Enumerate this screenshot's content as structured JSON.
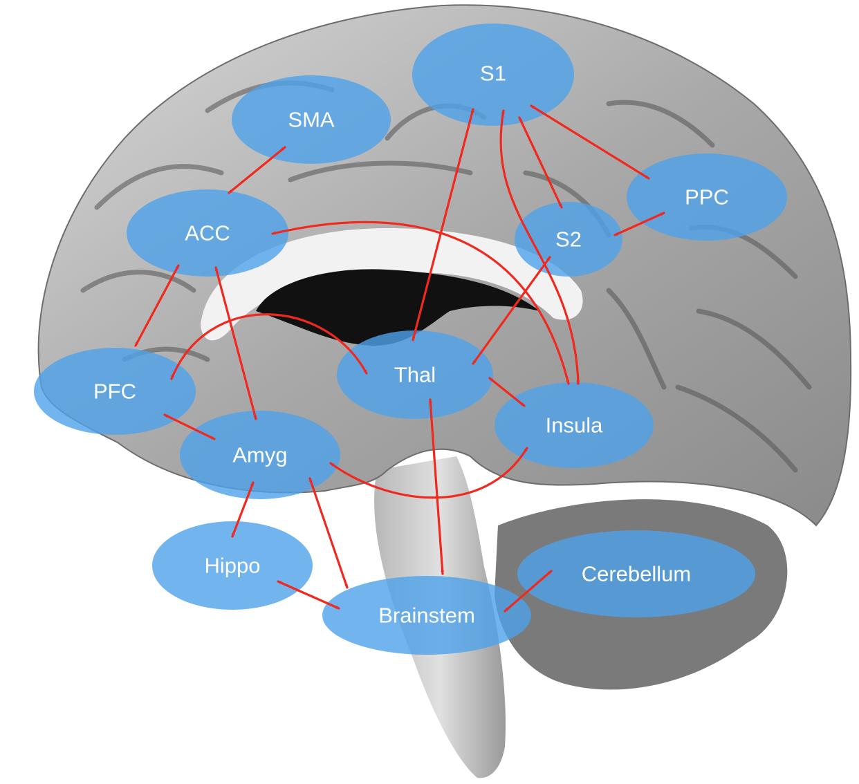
{
  "diagram": {
    "colors": {
      "region_fill": "#4fa3ea",
      "arrow": "#f0281e",
      "label": "#ffffff"
    },
    "regions": [
      {
        "id": "s1",
        "label": "S1"
      },
      {
        "id": "sma",
        "label": "SMA"
      },
      {
        "id": "ppc",
        "label": "PPC"
      },
      {
        "id": "acc",
        "label": "ACC"
      },
      {
        "id": "s2",
        "label": "S2"
      },
      {
        "id": "thal",
        "label": "Thal"
      },
      {
        "id": "pfc",
        "label": "PFC"
      },
      {
        "id": "insula",
        "label": "Insula"
      },
      {
        "id": "amyg",
        "label": "Amyg"
      },
      {
        "id": "hippo",
        "label": "Hippo"
      },
      {
        "id": "cerebellum",
        "label": "Cerebellum"
      },
      {
        "id": "brainstem",
        "label": "Brainstem"
      }
    ],
    "connections": [
      {
        "from": "sma",
        "to": "acc",
        "bidirectional": true
      },
      {
        "from": "s1",
        "to": "thal",
        "bidirectional": true
      },
      {
        "from": "s1",
        "to": "insula",
        "bidirectional": true
      },
      {
        "from": "s1",
        "to": "s2",
        "bidirectional": true
      },
      {
        "from": "s1",
        "to": "ppc",
        "bidirectional": true
      },
      {
        "from": "ppc",
        "to": "s2",
        "bidirectional": true
      },
      {
        "from": "acc",
        "to": "insula",
        "bidirectional": true
      },
      {
        "from": "acc",
        "to": "pfc",
        "bidirectional": true
      },
      {
        "from": "acc",
        "to": "amyg",
        "bidirectional": true
      },
      {
        "from": "s2",
        "to": "thal",
        "bidirectional": true
      },
      {
        "from": "pfc",
        "to": "thal",
        "bidirectional": true
      },
      {
        "from": "pfc",
        "to": "amyg",
        "bidirectional": true
      },
      {
        "from": "thal",
        "to": "insula",
        "bidirectional": true
      },
      {
        "from": "thal",
        "to": "brainstem",
        "bidirectional": true
      },
      {
        "from": "amyg",
        "to": "insula",
        "bidirectional": true
      },
      {
        "from": "amyg",
        "to": "hippo",
        "bidirectional": true
      },
      {
        "from": "amyg",
        "to": "brainstem",
        "bidirectional": true
      },
      {
        "from": "hippo",
        "to": "brainstem",
        "bidirectional": true
      },
      {
        "from": "cerebellum",
        "to": "brainstem",
        "bidirectional": true
      }
    ]
  }
}
